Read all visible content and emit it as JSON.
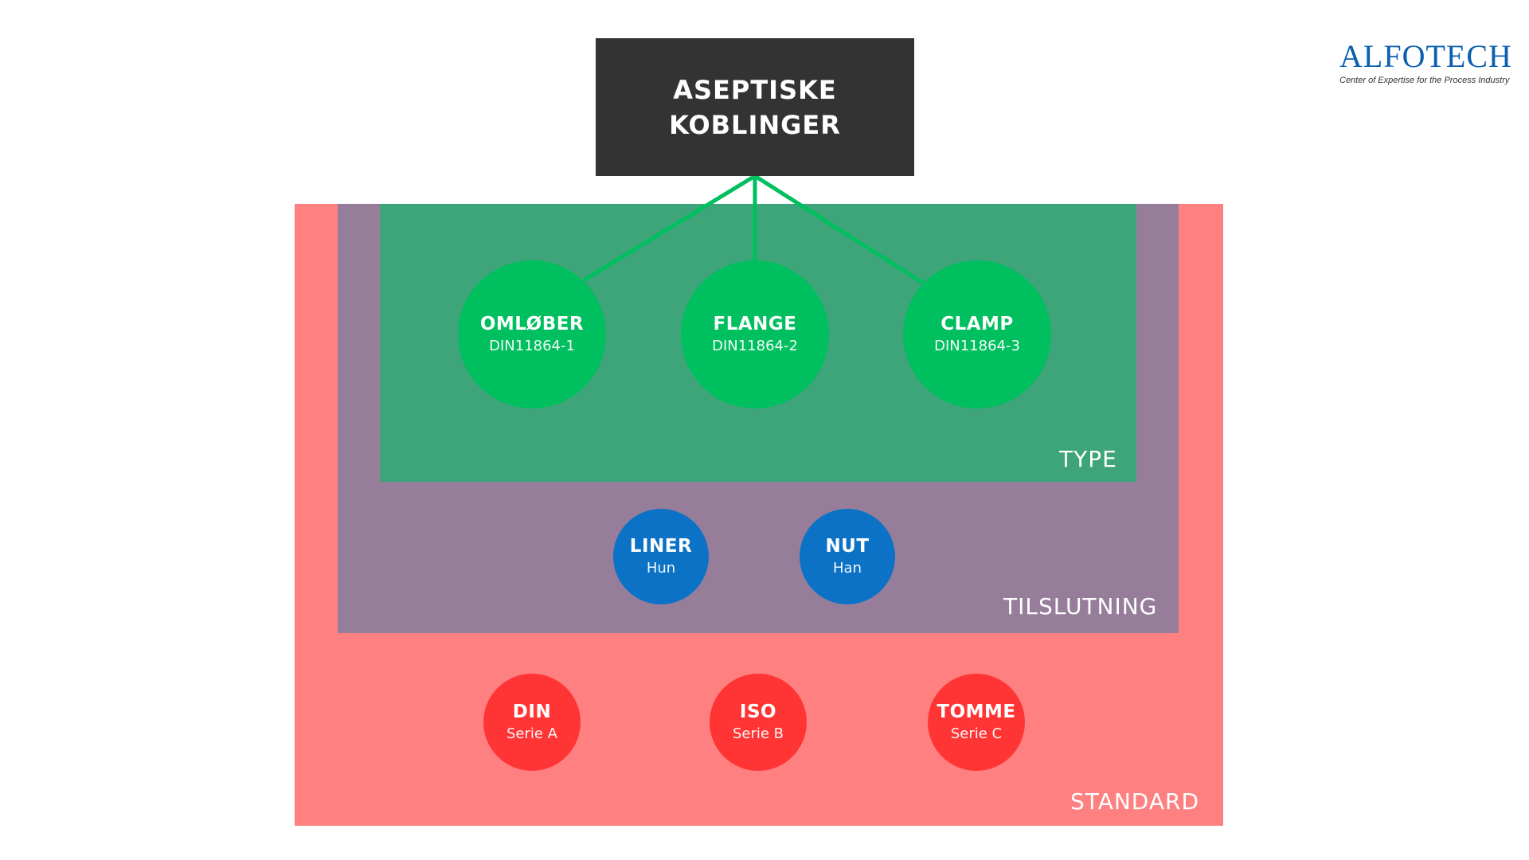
{
  "title": {
    "line1": "ASEPTISKE",
    "line2": "KOBLINGER"
  },
  "layers": {
    "type": {
      "label": "TYPE",
      "color": "#3ea57a"
    },
    "tilslutning": {
      "label": "TILSLUTNING",
      "color": "#967e9a"
    },
    "standard": {
      "label": "STANDARD",
      "color": "#ff8080"
    }
  },
  "type_nodes": [
    {
      "title": "OMLØBER",
      "sub": "DIN11864-1"
    },
    {
      "title": "FLANGE",
      "sub": "DIN11864-2"
    },
    {
      "title": "CLAMP",
      "sub": "DIN11864-3"
    }
  ],
  "tilslutning_nodes": [
    {
      "title": "LINER",
      "sub": "Hun"
    },
    {
      "title": "NUT",
      "sub": "Han"
    }
  ],
  "standard_nodes": [
    {
      "title": "DIN",
      "sub": "Serie A"
    },
    {
      "title": "ISO",
      "sub": "Serie B"
    },
    {
      "title": "TOMME",
      "sub": "Serie C"
    }
  ],
  "colors": {
    "title_box": "#333333",
    "green_node": "#00bf5f",
    "blue_node": "#0b72c6",
    "red_node": "#ff3535",
    "connector": "#00bf5f",
    "logo": "#0b5fae"
  },
  "logo": {
    "word": "ALFOTECH",
    "tagline": "Center of Expertise for the Process Industry"
  }
}
